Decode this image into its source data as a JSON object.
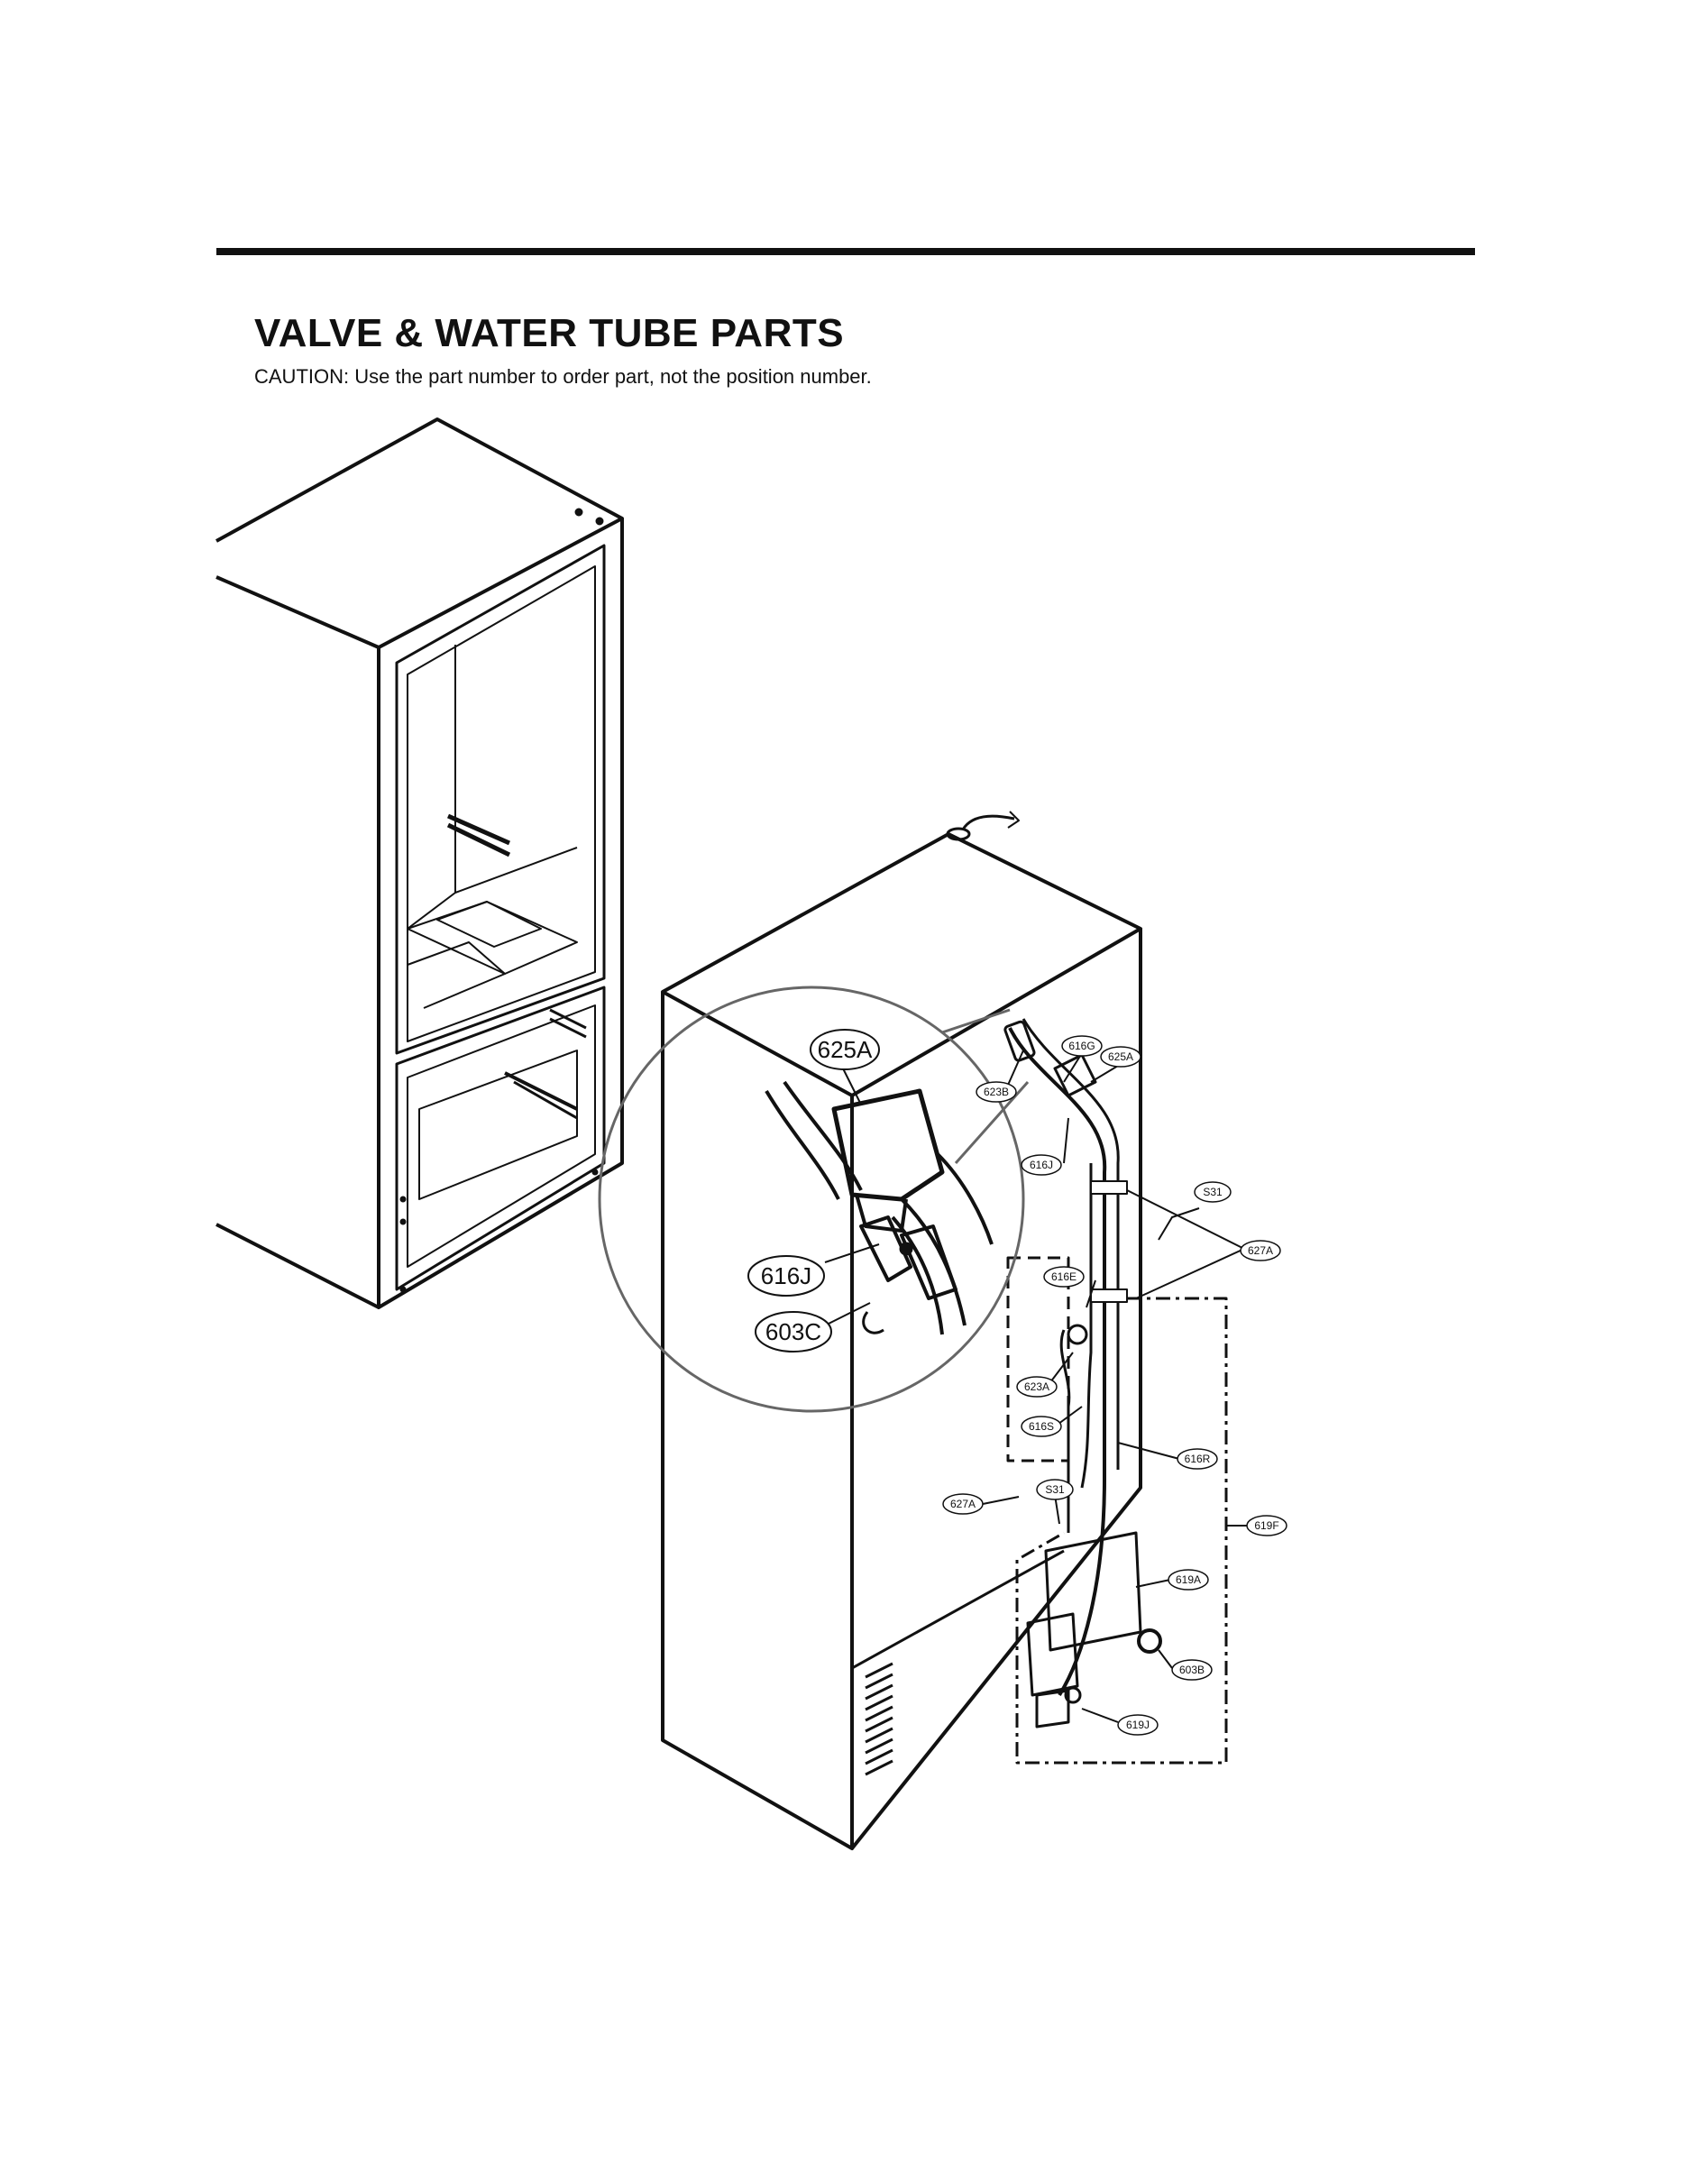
{
  "header": {
    "title": "VALVE & WATER TUBE PARTS",
    "caution": "CAUTION: Use the part number to order part, not the position number."
  },
  "diagram": {
    "callouts": [
      {
        "id": "625A-large",
        "label": "625A"
      },
      {
        "id": "616J-large",
        "label": "616J"
      },
      {
        "id": "603C-large",
        "label": "603C"
      },
      {
        "id": "616G",
        "label": "616G"
      },
      {
        "id": "625A",
        "label": "625A"
      },
      {
        "id": "623B",
        "label": "623B"
      },
      {
        "id": "616J",
        "label": "616J"
      },
      {
        "id": "S31-top",
        "label": "S31"
      },
      {
        "id": "627A-right",
        "label": "627A"
      },
      {
        "id": "616E",
        "label": "616E"
      },
      {
        "id": "623A",
        "label": "623A"
      },
      {
        "id": "616S",
        "label": "616S"
      },
      {
        "id": "616R",
        "label": "616R"
      },
      {
        "id": "S31-bottom",
        "label": "S31"
      },
      {
        "id": "627A-left",
        "label": "627A"
      },
      {
        "id": "619F",
        "label": "619F"
      },
      {
        "id": "619A",
        "label": "619A"
      },
      {
        "id": "603B",
        "label": "603B"
      },
      {
        "id": "619J",
        "label": "619J"
      }
    ]
  }
}
